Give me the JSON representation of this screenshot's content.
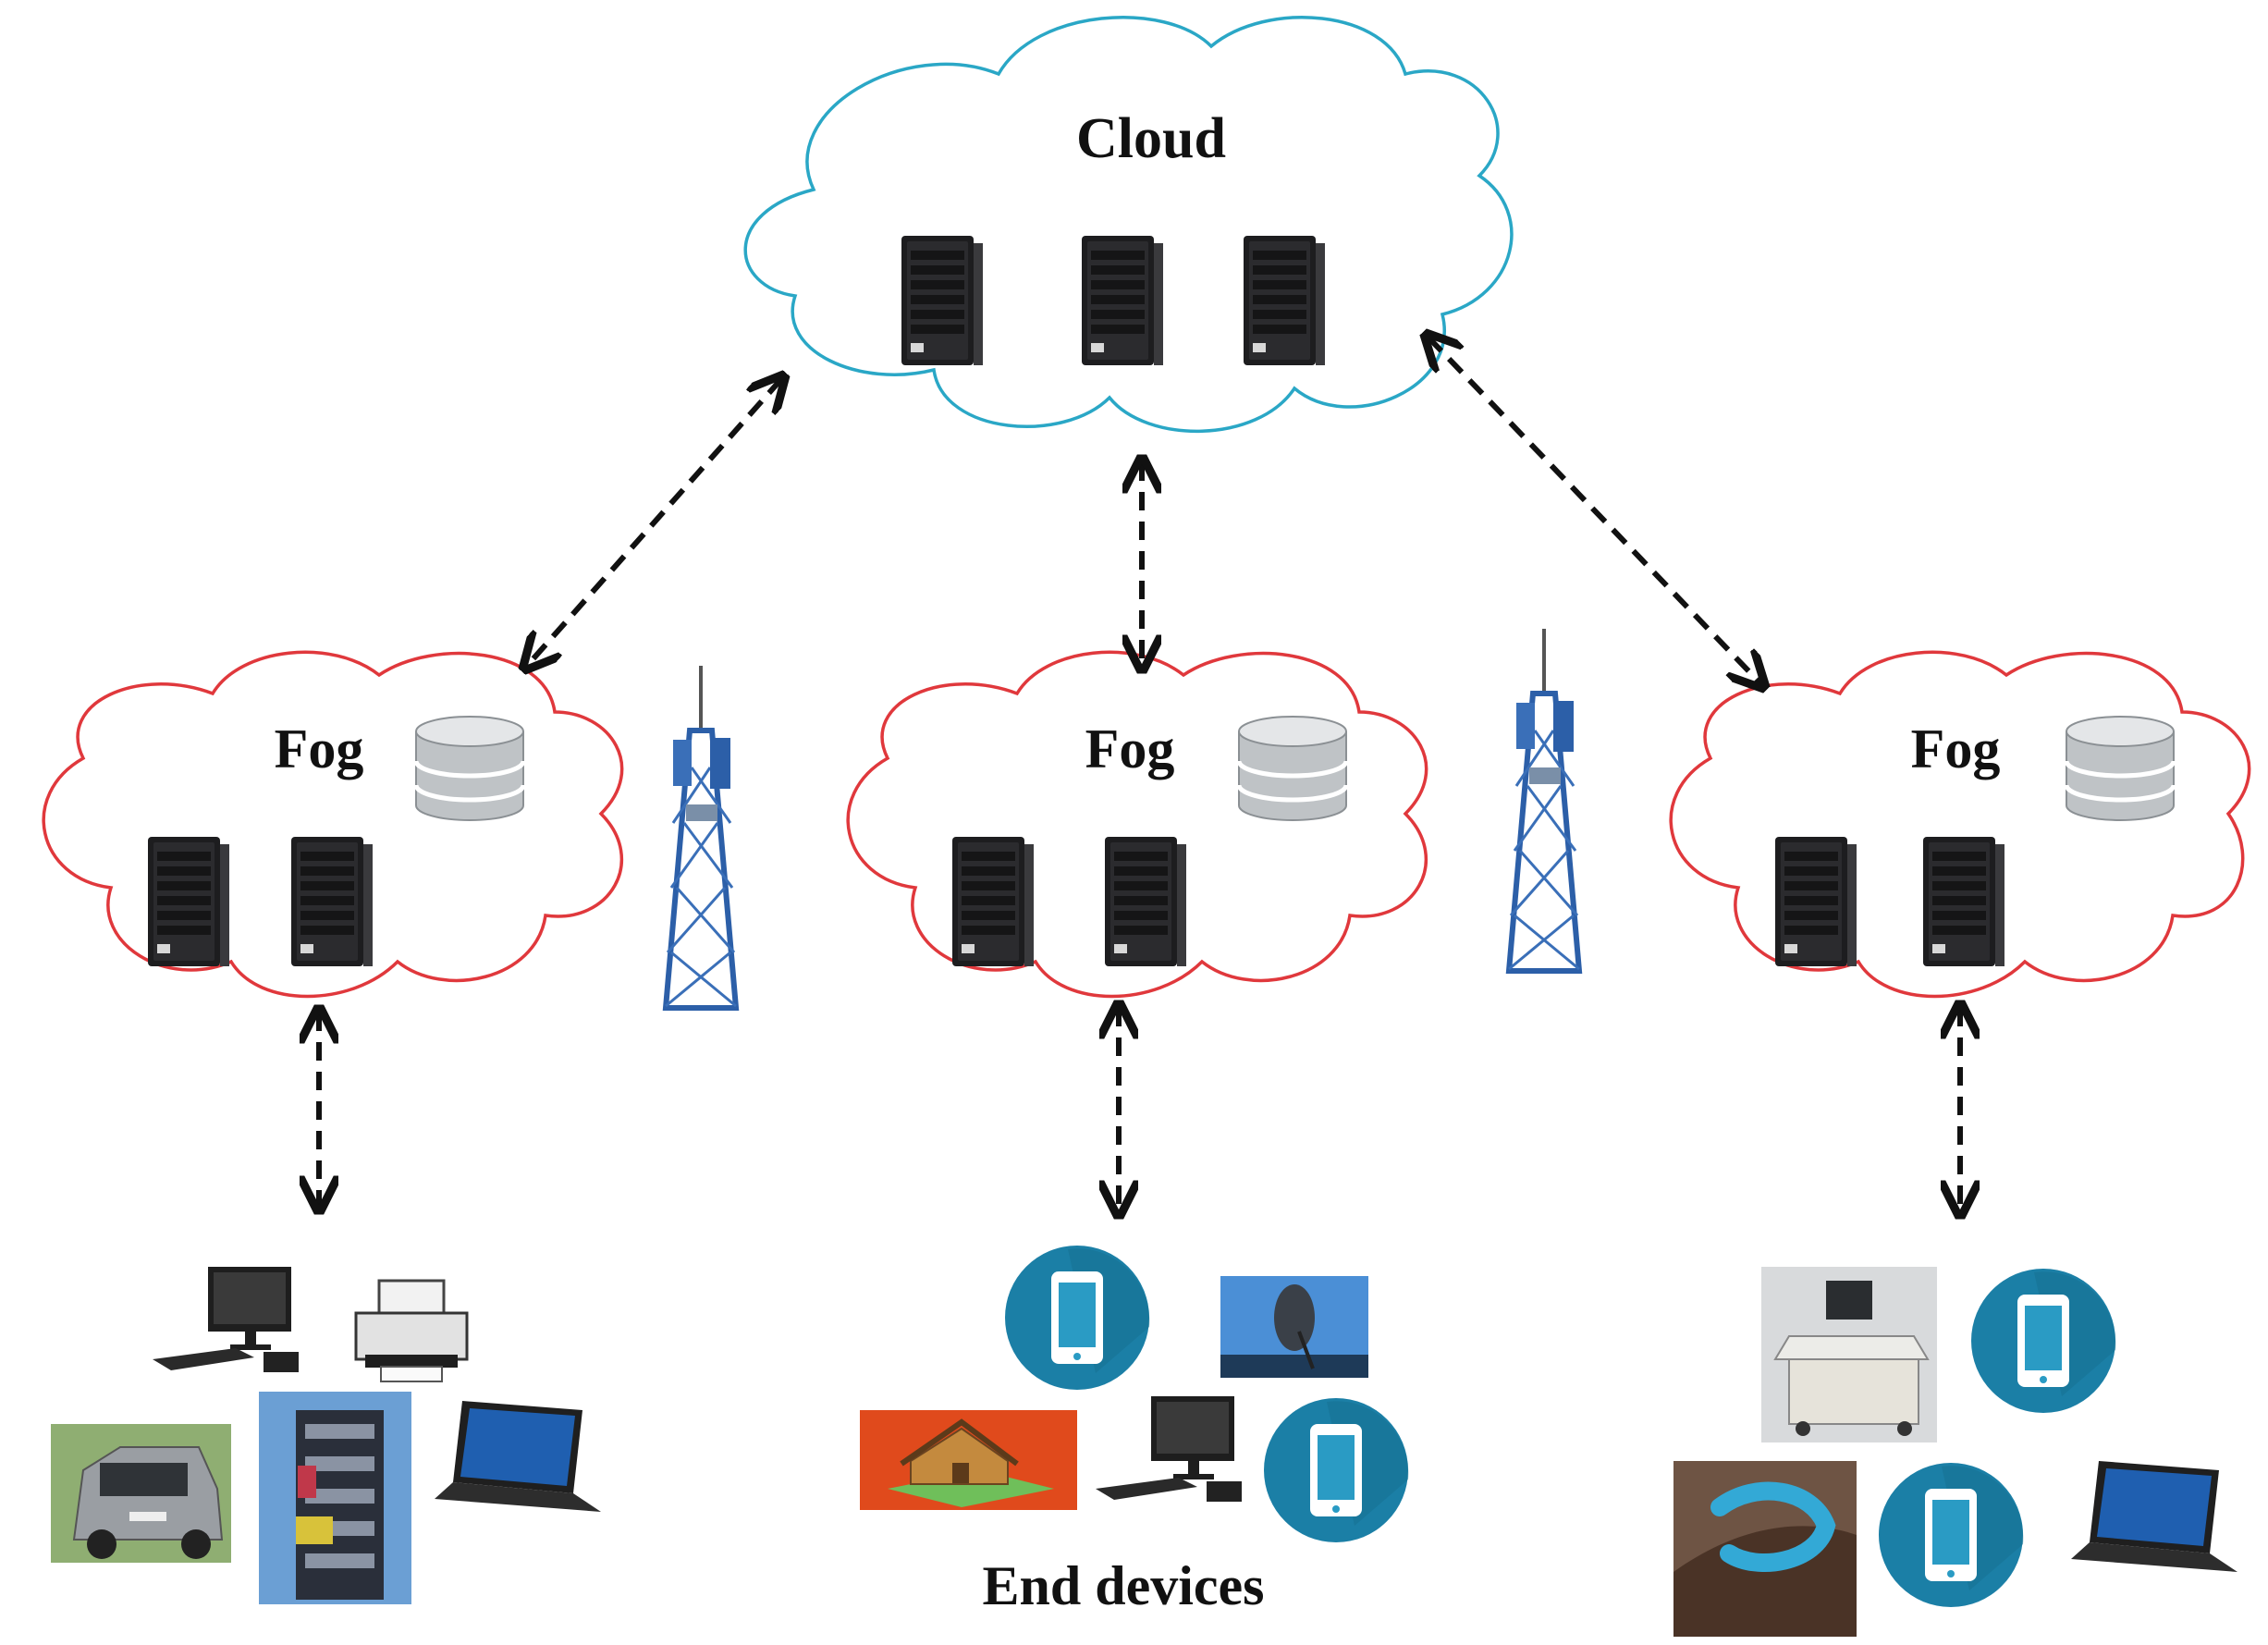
{
  "cloud": {
    "label": "Cloud",
    "stroke_color": "#2aa7c6"
  },
  "fog_nodes": [
    {
      "label": "Fog"
    },
    {
      "label": "Fog"
    },
    {
      "label": "Fog"
    }
  ],
  "fog_stroke_color": "#e0383c",
  "end_devices_label": "End devices",
  "device_icon_color": "#1b7fa6"
}
